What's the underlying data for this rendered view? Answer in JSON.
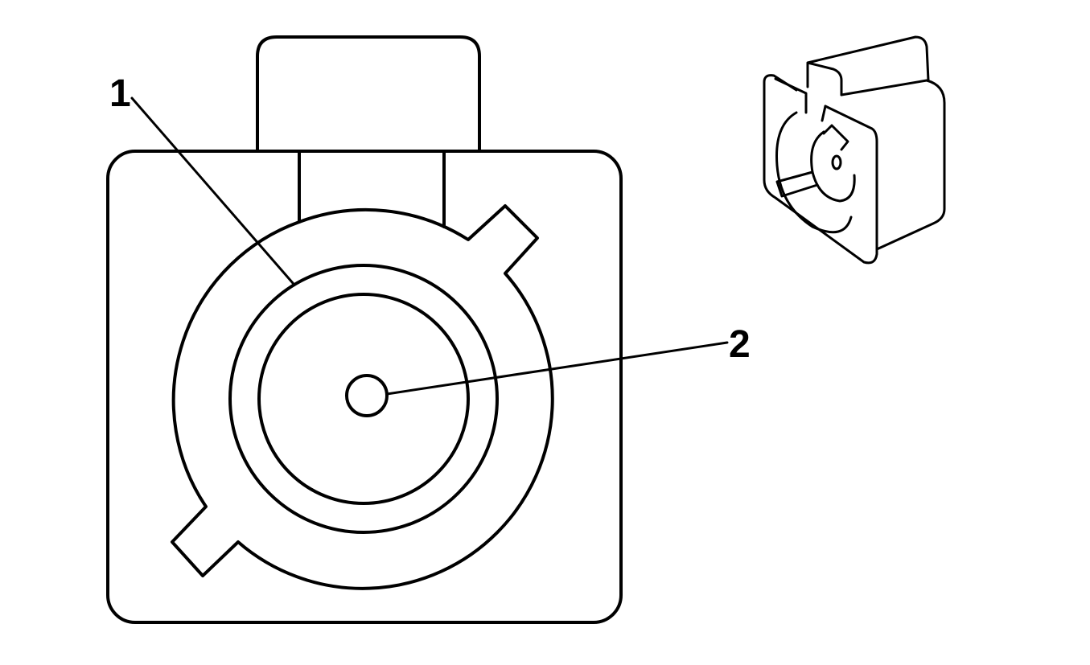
{
  "callouts": [
    {
      "id": "1",
      "label": "1"
    },
    {
      "id": "2",
      "label": "2"
    }
  ],
  "colors": {
    "line": "#000000",
    "background": "#ffffff"
  },
  "icons": [
    "connector-front-view",
    "connector-isometric-view"
  ]
}
